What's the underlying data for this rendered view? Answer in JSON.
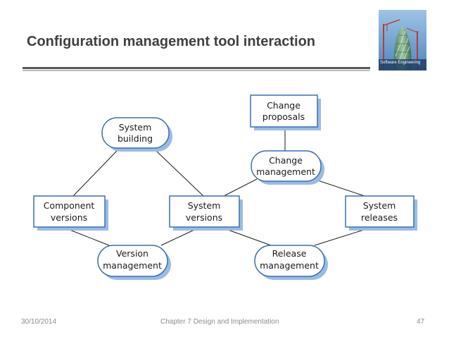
{
  "slide": {
    "title": "Configuration management tool interaction",
    "book_cover_text": "Software Engineering"
  },
  "diagram": {
    "nodes": {
      "change_proposals": [
        "Change",
        "proposals"
      ],
      "system_building": [
        "System",
        "building"
      ],
      "change_management": [
        "Change",
        "management"
      ],
      "component_versions": [
        "Component",
        "versions"
      ],
      "system_versions": [
        "System",
        "versions"
      ],
      "system_releases": [
        "System",
        "releases"
      ],
      "version_management": [
        "Version",
        "management"
      ],
      "release_management": [
        "Release",
        "management"
      ]
    },
    "colors": {
      "node_border": "#3a6fb5",
      "node_shadow": "#9bbbe3",
      "connector": "#1a1a1a"
    }
  },
  "footer": {
    "date": "30/10/2014",
    "chapter": "Chapter 7 Design and Implementation",
    "page_number": "47"
  }
}
